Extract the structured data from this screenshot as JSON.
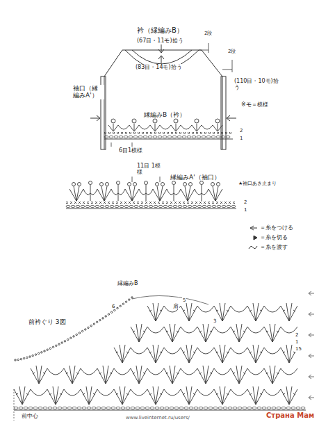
{
  "diagram": {
    "labels": [
      "衿（縁編みB）",
      "(67目・11モ)拾う",
      "2段",
      "(83目・14モ)拾う",
      "2段",
      "袖口（縁編みA'）",
      "(110目・10モ)拾う",
      "※モ＝模様",
      "縁編みB（衿）",
      "2",
      "1",
      "6目1模様",
      "11目 1模様",
      "縁編みA'（袖口）",
      "★袖口あき止まり",
      "2",
      "1",
      "縁編みB",
      "肩",
      "前衿ぐり 3図",
      "6",
      "5",
      "3",
      "2",
      "1",
      "15",
      "前中心",
      "www.liveinternet.ru/users/",
      "Страна Мам"
    ],
    "legend": [
      {
        "text": "＝糸をつける"
      },
      {
        "text": "＝糸を切る"
      },
      {
        "text": "＝糸を渡す"
      }
    ]
  }
}
